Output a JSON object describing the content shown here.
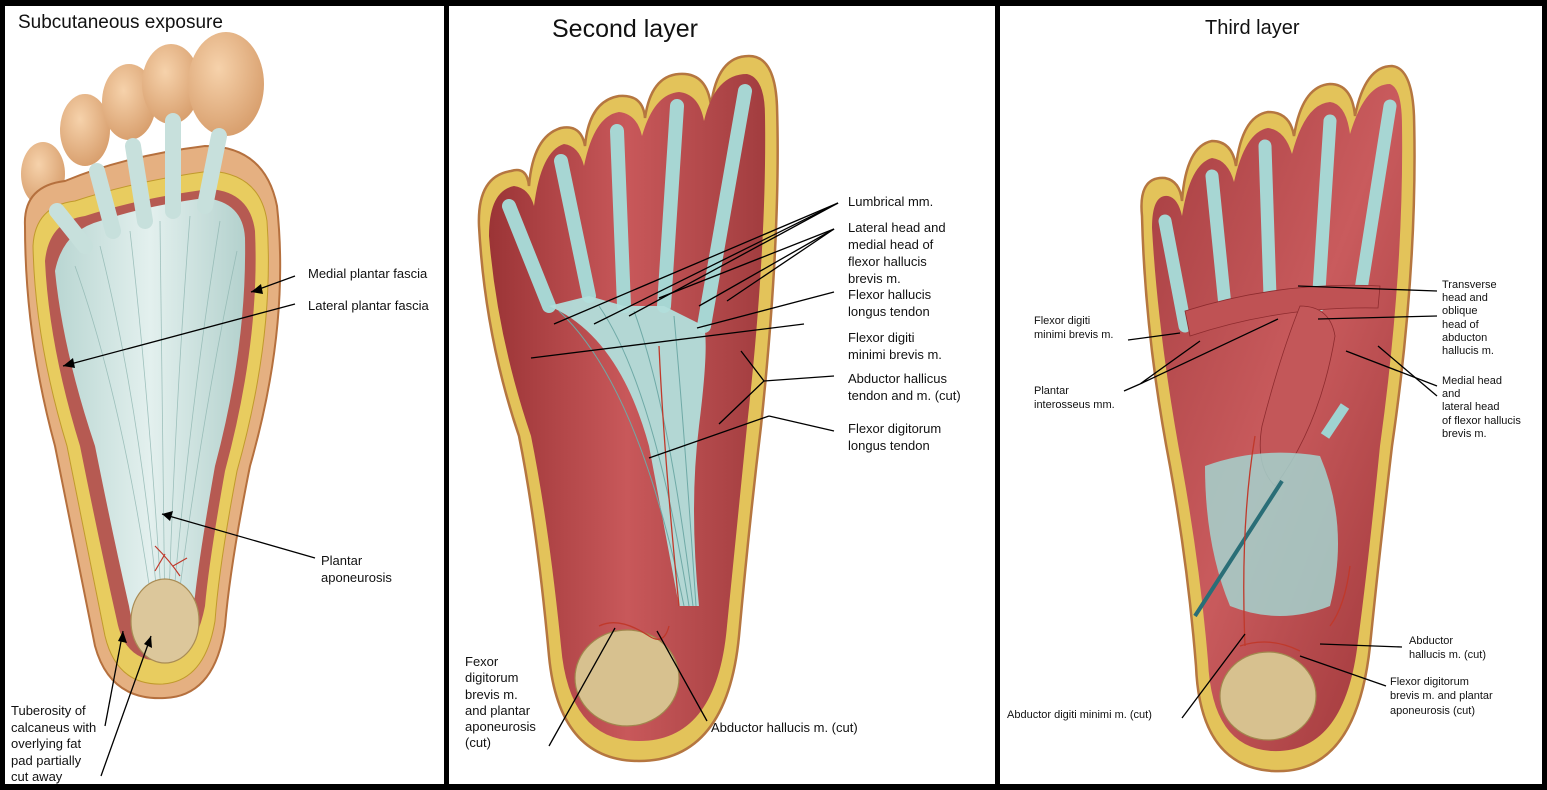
{
  "panels": [
    {
      "title": "Subcutaneous exposure",
      "labels": {
        "medial_plantar_fascia": "Medial plantar fascia",
        "lateral_plantar_fascia": "Lateral plantar fascia",
        "plantar_aponeurosis": "Plantar\naponeurosis",
        "tuberosity_of_calcaneus": "Tuberosity of\ncalcaneus with\noverlying fat\npad partially\ncut away"
      }
    },
    {
      "title": "Second layer",
      "labels": {
        "lumbrical": "Lumbrical mm.",
        "lateral_medial_head_fhb": "Lateral head and\nmedial head of\nflexor hallucis\nbrevis m.",
        "flexor_hallucis_longus": "Flexor hallucis\nlongus tendon",
        "flexor_digiti_minimi_brevis": "Flexor digiti\nminimi brevis m.",
        "abductor_hallucis_tendon": "Abductor hallicus\ntendon and m. (cut)",
        "flexor_digitorum_longus": "Flexor digitorum\nlongus tendon",
        "fexor_digitorum_brevis": "Fexor\ndigitorum\nbrevis m.\nand plantar\naponeurosis\n(cut)",
        "abductor_hallucis_cut": "Abductor hallucis m. (cut)"
      }
    },
    {
      "title": "Third layer",
      "labels": {
        "flexor_digiti_minimi_brevis": "Flexor digiti\nminimi brevis m.",
        "plantar_interosseus": "Plantar\ninterosseus mm.",
        "transverse_oblique_head": "Transverse\nhead and\noblique\nhead of\nabducton\nhallucis m.",
        "medial_lateral_head_fhb": "Medial head\nand\nlateral head\nof flexor hallucis\nbrevis m.",
        "abductor_hallucis_cut": "Abductor\nhallucis m. (cut)",
        "flexor_digitorum_brevis": "Flexor digitorum\nbrevis m. and plantar\naponeurosis (cut)",
        "abductor_digiti_minimi": "Abductor digiti minimi m. (cut)"
      }
    }
  ],
  "colors": {
    "skin": "#eab886",
    "fat": "#e6c95a",
    "fascia": "#c4ddd8",
    "muscle": "#b4474a",
    "tendon": "#9fd3d1",
    "vessel": "#c0392b"
  }
}
